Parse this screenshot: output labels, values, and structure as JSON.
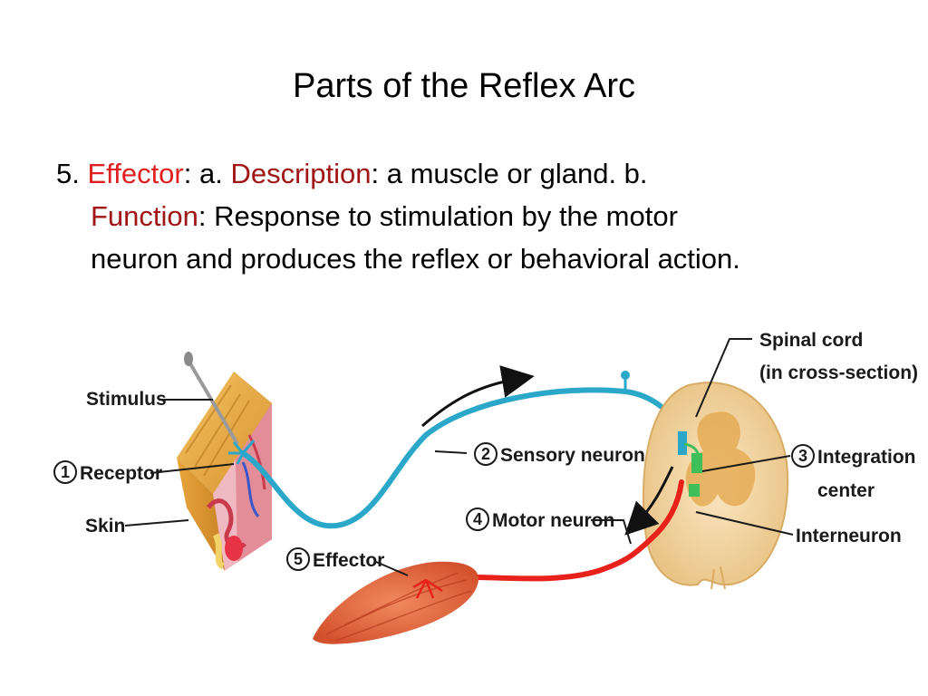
{
  "title": "Parts of the Reflex Arc",
  "bullet": {
    "number": "5.",
    "term": "Effector",
    "sep1": ": a.",
    "desc_term": "Description",
    "desc_text": ": a muscle or gland. b.",
    "func_term": "Function",
    "func_text": ": Response to stimulation by the motor",
    "line3": "neuron and produces the reflex or behavioral action."
  },
  "diagram": {
    "labels": {
      "stimulus": "Stimulus",
      "receptor": "Receptor",
      "receptor_num": "1",
      "skin": "Skin",
      "sensory_neuron": "Sensory neuron",
      "sensory_num": "2",
      "motor_neuron": "Motor neuron",
      "motor_num": "4",
      "effector": "Effector",
      "effector_num": "5",
      "spinal_cord_1": "Spinal cord",
      "spinal_cord_2": "(in cross-section)",
      "integration_1": "Integration",
      "integration_2": "center",
      "integration_num": "3",
      "interneuron": "Interneuron"
    },
    "colors": {
      "sensory": "#2aa7c9",
      "motor": "#e8211b",
      "accent_red": "#e02020",
      "accent_dark_red": "#a01515"
    }
  }
}
